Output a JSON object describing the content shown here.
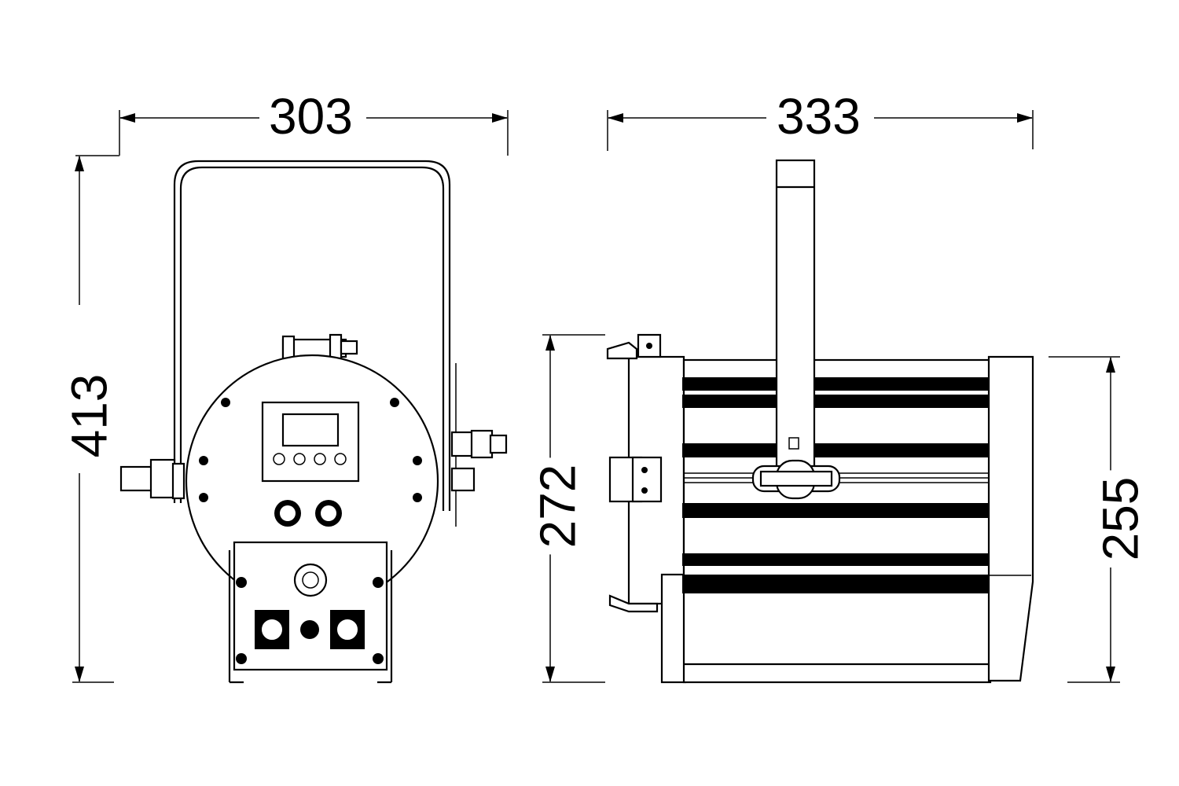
{
  "drawing": {
    "front_view": {
      "width_dim": "303",
      "height_dim": "413"
    },
    "side_view": {
      "depth_dim": "333",
      "body_height_dim": "272",
      "front_height_dim": "255"
    }
  },
  "colors": {
    "line": "#000000",
    "dimension_line": "#444444",
    "background": "#ffffff"
  }
}
